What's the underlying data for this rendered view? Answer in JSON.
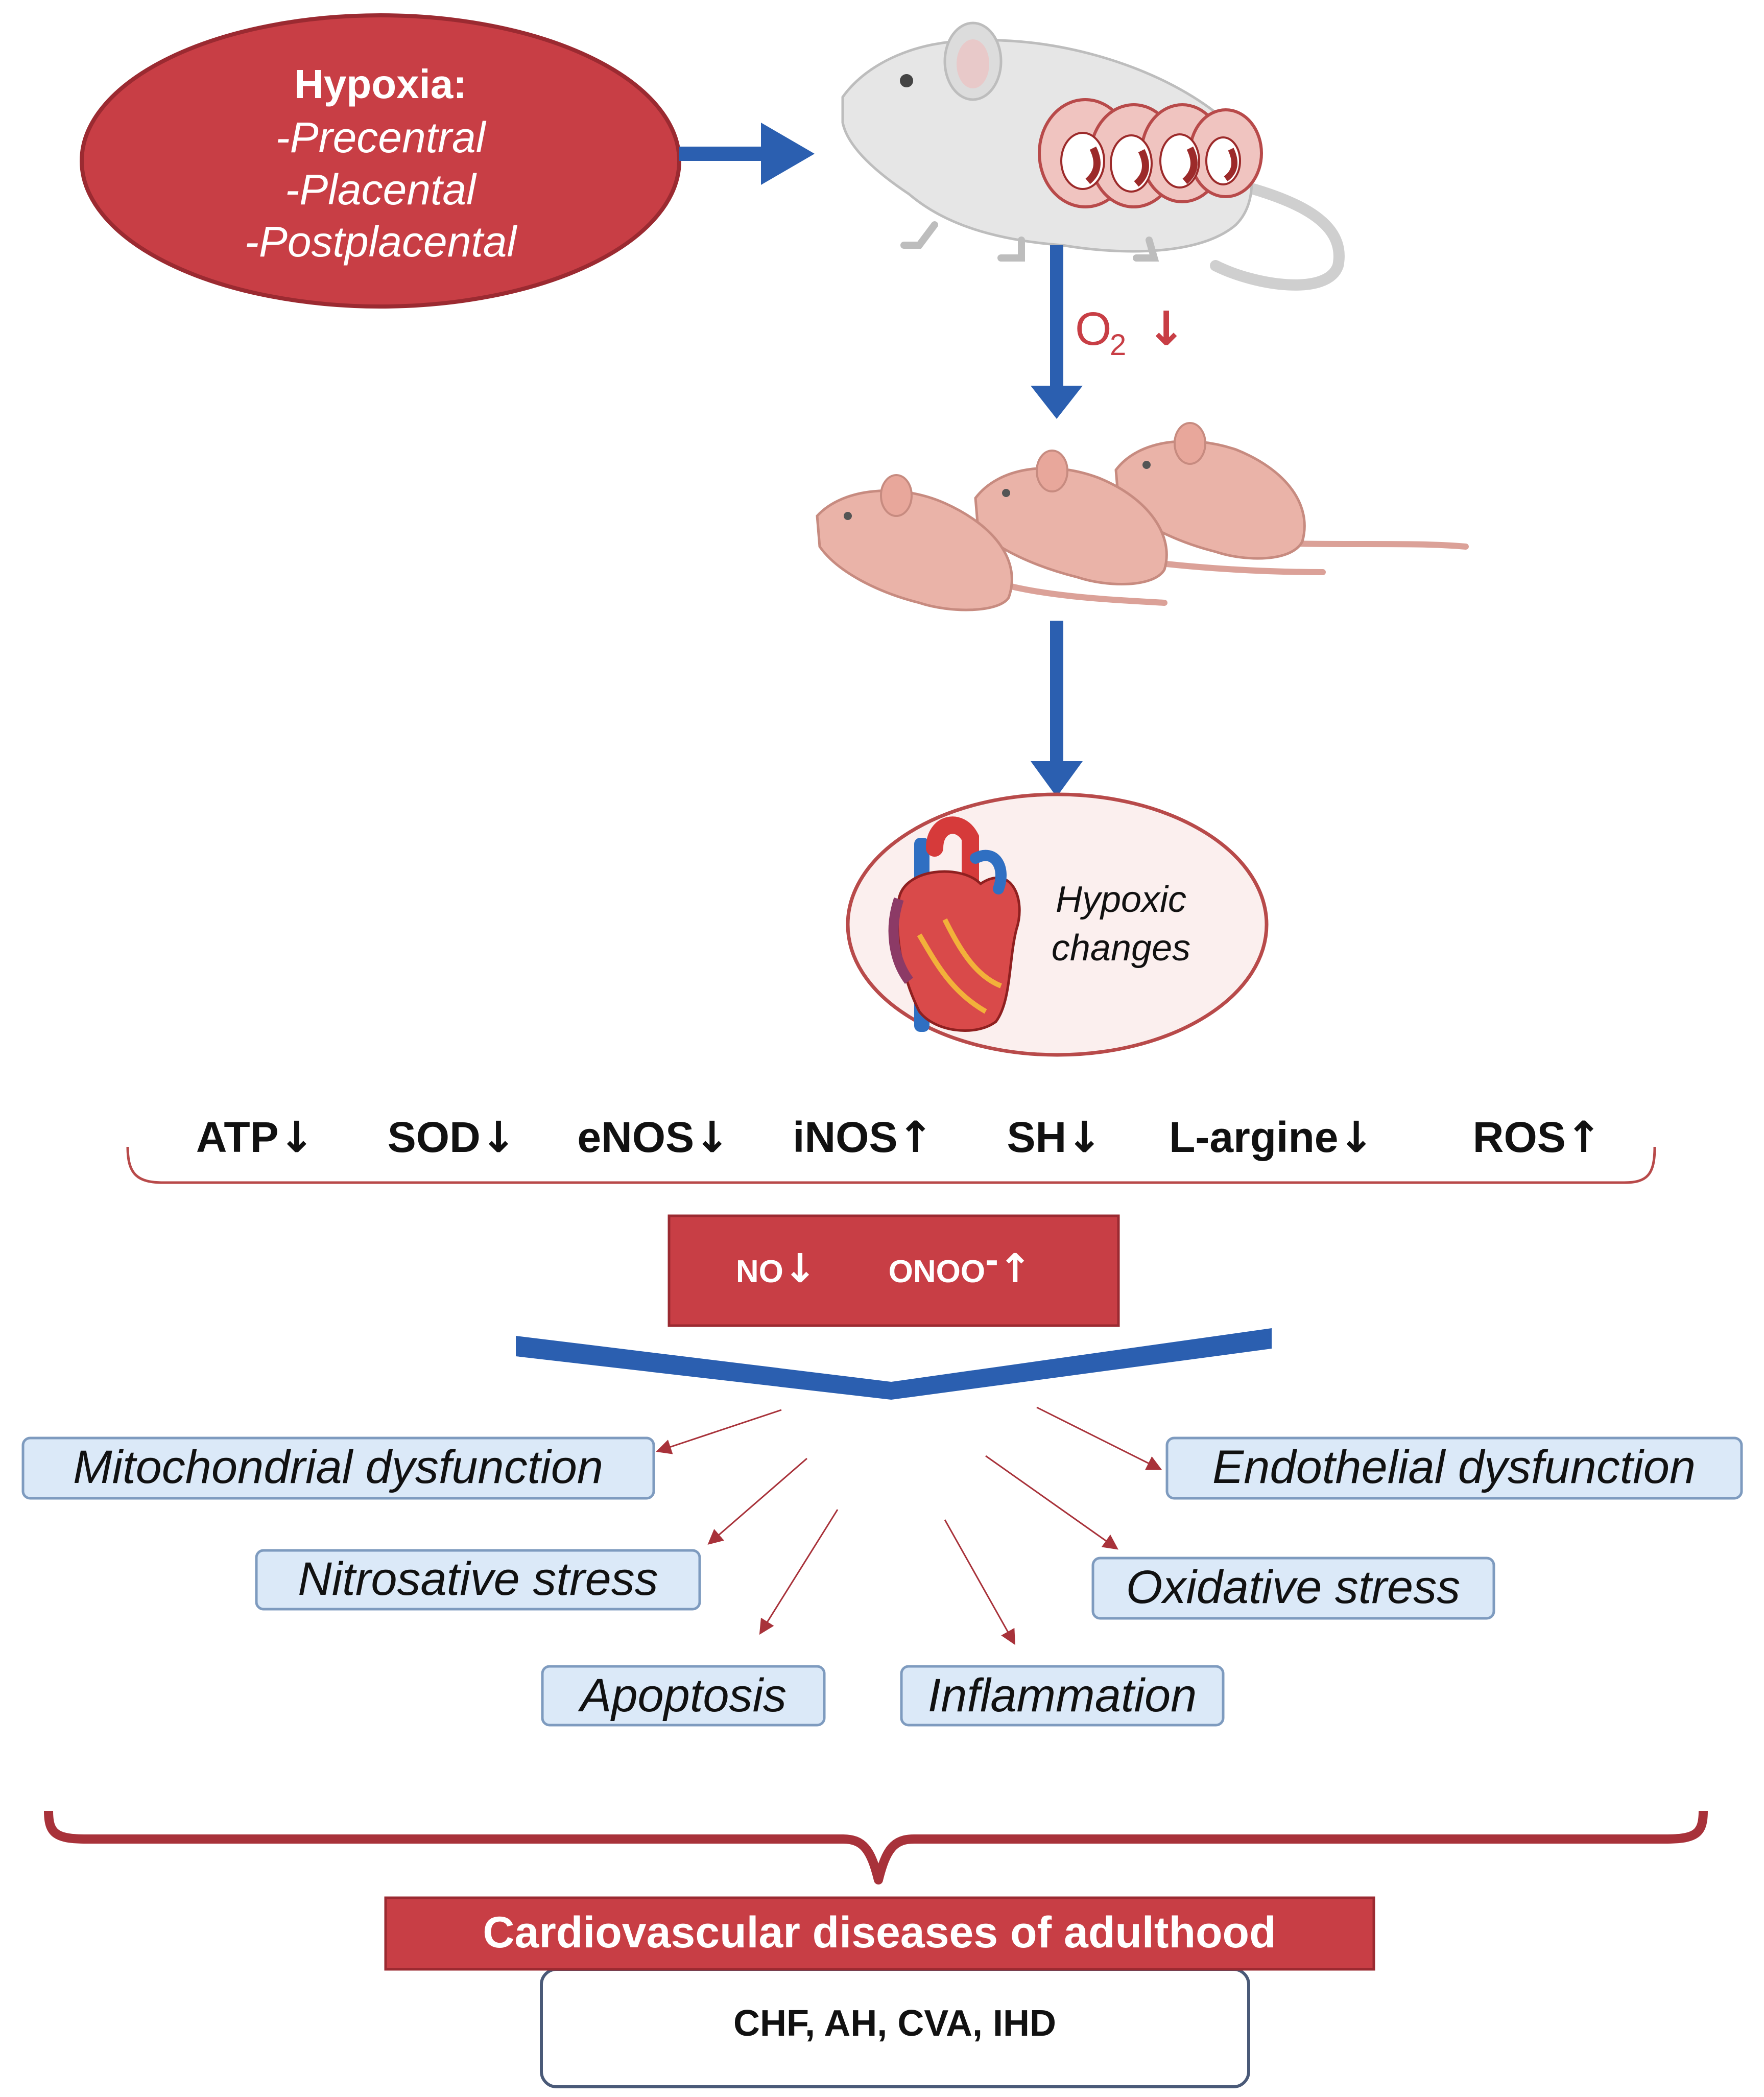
{
  "hypoxia": {
    "title": "Hypoxia:",
    "items": [
      "-Precentral",
      "-Placental",
      "-Postplacental"
    ]
  },
  "o2": {
    "symbol": "O",
    "subscript": "2",
    "arrow": "↓"
  },
  "heart_label": [
    "Hypoxic",
    "changes"
  ],
  "markers": [
    {
      "name": "ATP",
      "arrow": "↓"
    },
    {
      "name": "SOD",
      "arrow": "↓"
    },
    {
      "name": "eNOS",
      "arrow": "↓"
    },
    {
      "name": "iNOS",
      "arrow": "↑"
    },
    {
      "name": "SH",
      "arrow": "↓"
    },
    {
      "name": "L-argine",
      "arrow": "↓"
    },
    {
      "name": "ROS",
      "arrow": "↑"
    }
  ],
  "no_box": {
    "no": "NO",
    "no_arrow": "↓",
    "onoo": "ONOO",
    "onoo_sup": "-",
    "onoo_arrow": "↑"
  },
  "effects": {
    "mitochondrial": "Mitochondrial dysfunction",
    "endothelial": "Endothelial dysfunction",
    "nitrosative": "Nitrosative stress",
    "oxidative": "Oxidative stress",
    "apoptosis": "Apoptosis",
    "inflammation": "Inflammation"
  },
  "outcome": {
    "title": "Cardiovascular diseases of adulthood",
    "list": "CHF, AH, CVA, IHD"
  },
  "colors": {
    "red": "#c83e45",
    "dark_red": "#a8323a",
    "blue": "#2b5fb0",
    "effect_fill": "#dbe9f8",
    "effect_stroke": "#7e9bbf",
    "mouse_grey": "#e6e6e6",
    "pup_pink": "#eab3a8"
  }
}
